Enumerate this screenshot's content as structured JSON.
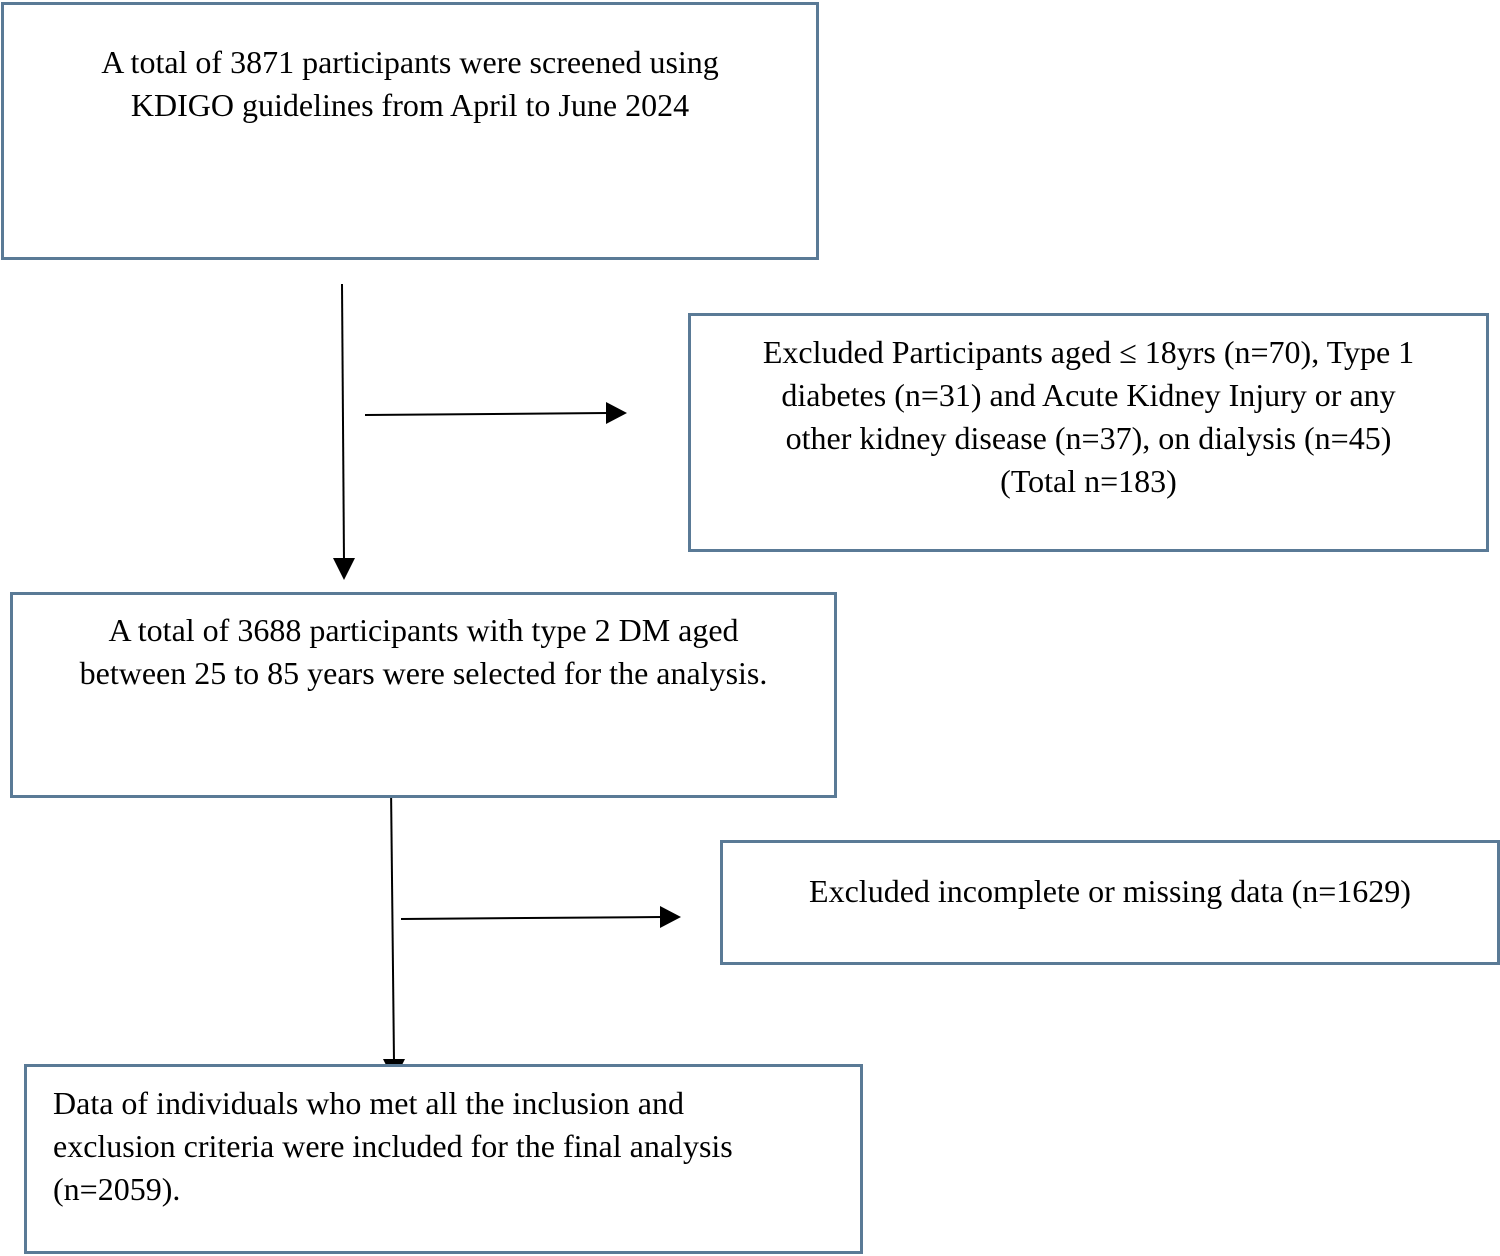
{
  "flowchart": {
    "screened": {
      "text": "A total of 3871 participants were screened using\nKDIGO guidelines from April to June 2024"
    },
    "excluded_first": {
      "text": "Excluded Participants aged ≤ 18yrs (n=70), Type 1\ndiabetes (n=31) and Acute Kidney Injury or any\nother kidney disease (n=37), on dialysis (n=45)\n(Total n=183)"
    },
    "selected": {
      "text": "A total of 3688 participants with type 2 DM aged\nbetween 25 to 85 years were selected for the analysis."
    },
    "excluded_second": {
      "text": "Excluded incomplete or missing data (n=1629)"
    },
    "final": {
      "text": "Data of individuals who met all the inclusion and\nexclusion criteria were included for the final analysis\n(n=2059)."
    }
  },
  "colors": {
    "box_border": "#5a7a96",
    "arrow": "#000000"
  }
}
